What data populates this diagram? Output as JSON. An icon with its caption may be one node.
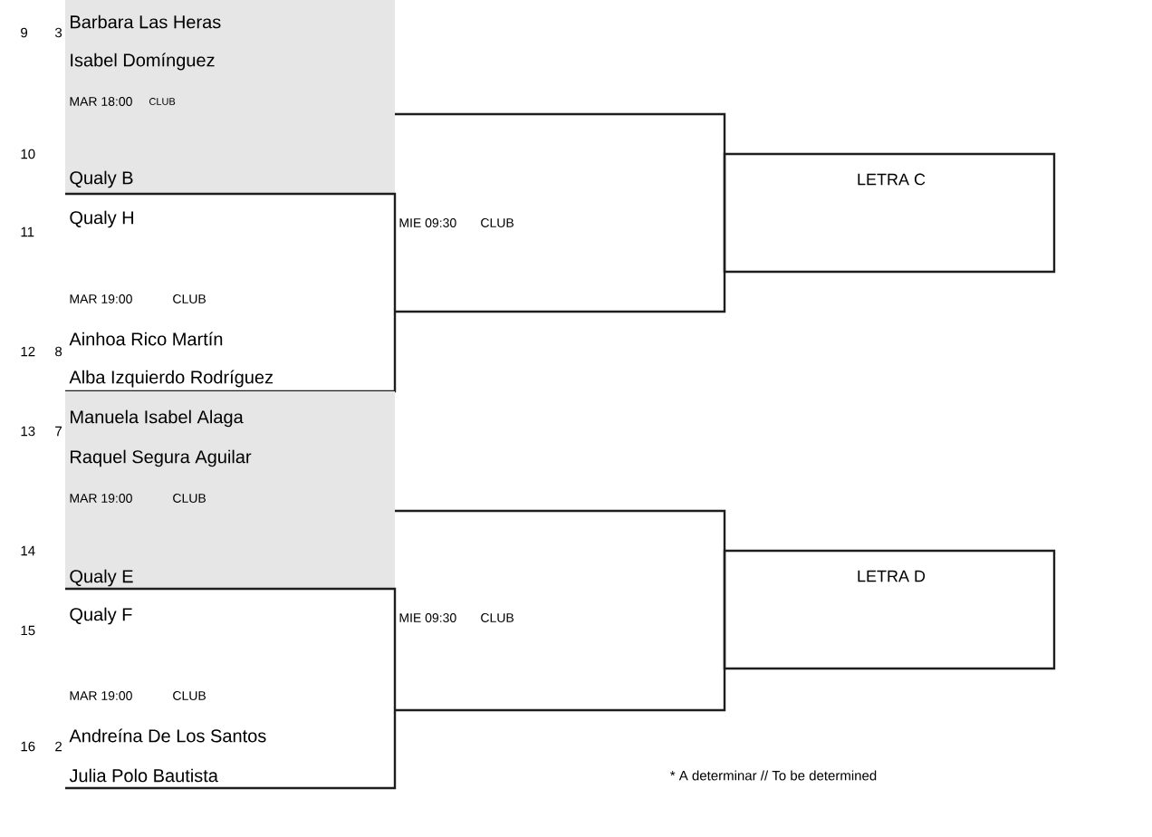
{
  "diagram": {
    "nodes": [
      {
        "text": [
          "Barbara Las Heras",
          "Isabel Domínguez",
          "MAR 18:00",
          "CLUB",
          "Qualy B"
        ]
      },
      {
        "text": [
          "Qualy H",
          "MAR 19:00",
          "CLUB",
          "Ainhoa Rico Martín",
          "Alba Izquierdo Rodríguez"
        ]
      },
      {
        "text": [
          "Manuela Isabel Alaga",
          "Raquel Segura Aguilar",
          "MAR 19:00",
          "CLUB",
          "Qualy E"
        ]
      },
      {
        "text": [
          "Qualy F",
          "MAR 19:00",
          "CLUB",
          "Andreína De Los Santos",
          "Julia Polo Bautista"
        ]
      },
      {
        "text": [
          "MIE 09:30",
          "CLUB"
        ]
      },
      {
        "text": [
          "MIE 09:30",
          "CLUB"
        ]
      },
      {
        "text": [
          "LETRA C"
        ]
      },
      {
        "text": [
          "LETRA D"
        ]
      }
    ],
    "labels": [
      "9",
      "3",
      "10",
      "11",
      "12",
      "8",
      "13",
      "7",
      "14",
      "15",
      "16",
      "2",
      "* A determinar // To be determined"
    ]
  }
}
